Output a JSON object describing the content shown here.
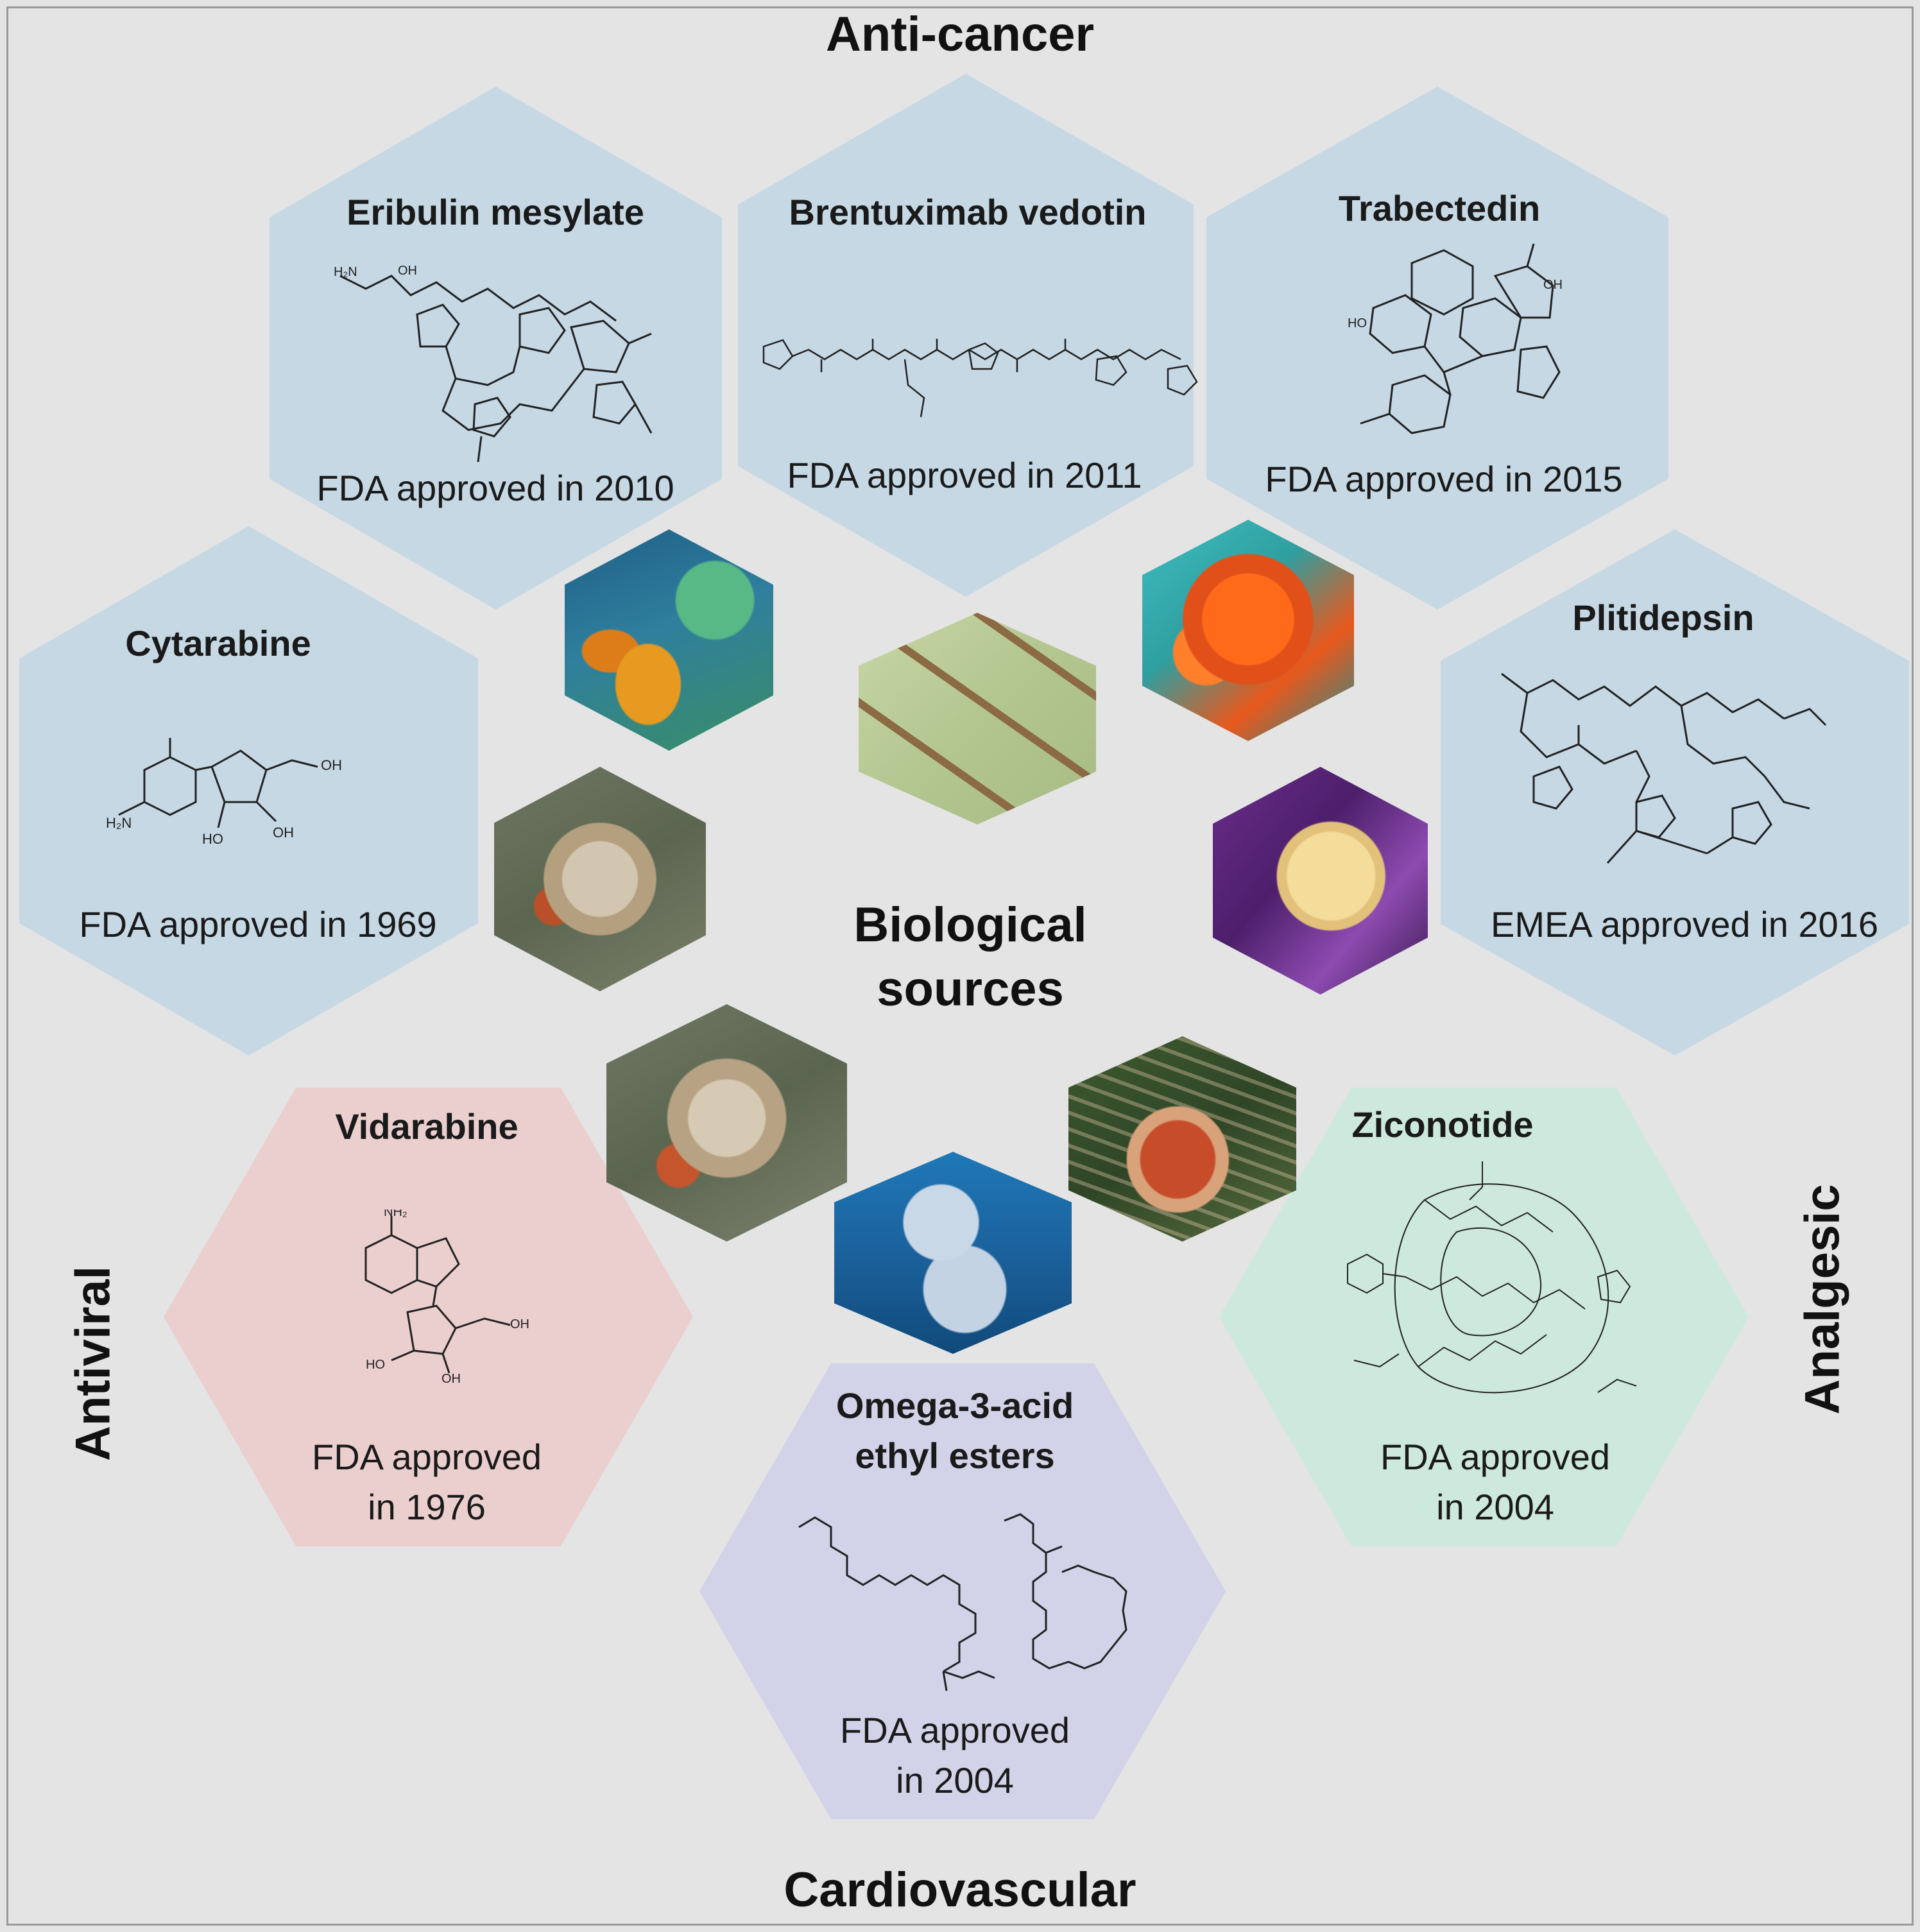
{
  "categories": {
    "top": "Anti-cancer",
    "bottom": "Cardiovascular",
    "left": "Antiviral",
    "right": "Analgesic"
  },
  "center_label": {
    "line1": "Biological",
    "line2": "sources"
  },
  "drugs": {
    "eribulin": {
      "name": "Eribulin mesylate",
      "approval": "FDA approved in 2010"
    },
    "brentuximab": {
      "name": "Brentuximab vedotin",
      "approval": "FDA approved in 2011"
    },
    "trabectedin": {
      "name": "Trabectedin",
      "approval": "FDA approved in 2015"
    },
    "cytarabine": {
      "name": "Cytarabine",
      "approval": "FDA approved in 1969"
    },
    "plitidepsin": {
      "name": "Plitidepsin",
      "approval": "EMEA approved in 2016"
    },
    "vidarabine": {
      "name": "Vidarabine",
      "approval_line1": "FDA approved",
      "approval_line2": "in 1976"
    },
    "ziconotide": {
      "name": "Ziconotide",
      "approval_line1": "FDA approved",
      "approval_line2": "in 2004"
    },
    "omega3": {
      "name_line1": "Omega-3-acid",
      "name_line2": "ethyl esters",
      "approval_line1": "FDA approved",
      "approval_line2": "in 2004"
    }
  },
  "colors": {
    "anticancer_hex": "#c5d8e4",
    "antiviral_hex": "#ebcfcf",
    "analgesic_hex": "#cde8dc",
    "cardiovascular_hex": "#d2d2e8",
    "background": "#e4e4e4"
  }
}
